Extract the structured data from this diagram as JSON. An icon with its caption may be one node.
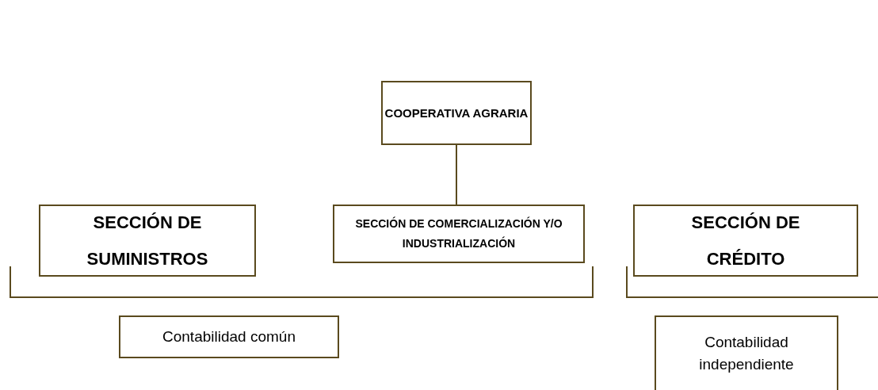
{
  "diagram": {
    "nodes": [
      {
        "text": [
          "COOPERATIVA AGRARIA"
        ]
      },
      {
        "text": [
          "SECCIÓN DE SUMINISTROS"
        ]
      },
      {
        "text": [
          "SECCIÓN DE COMERCIALIZACIÓN Y/O INDUSTRIALIZACIÓN"
        ]
      },
      {
        "text": [
          "SECCIÓN DE CRÉDITO"
        ]
      },
      {
        "text": [
          "Contabilidad común"
        ]
      },
      {
        "text": [
          "Contabilidad independiente"
        ]
      }
    ],
    "edges": [
      {
        "from": 0,
        "to": 2,
        "arrow": "none"
      }
    ]
  }
}
